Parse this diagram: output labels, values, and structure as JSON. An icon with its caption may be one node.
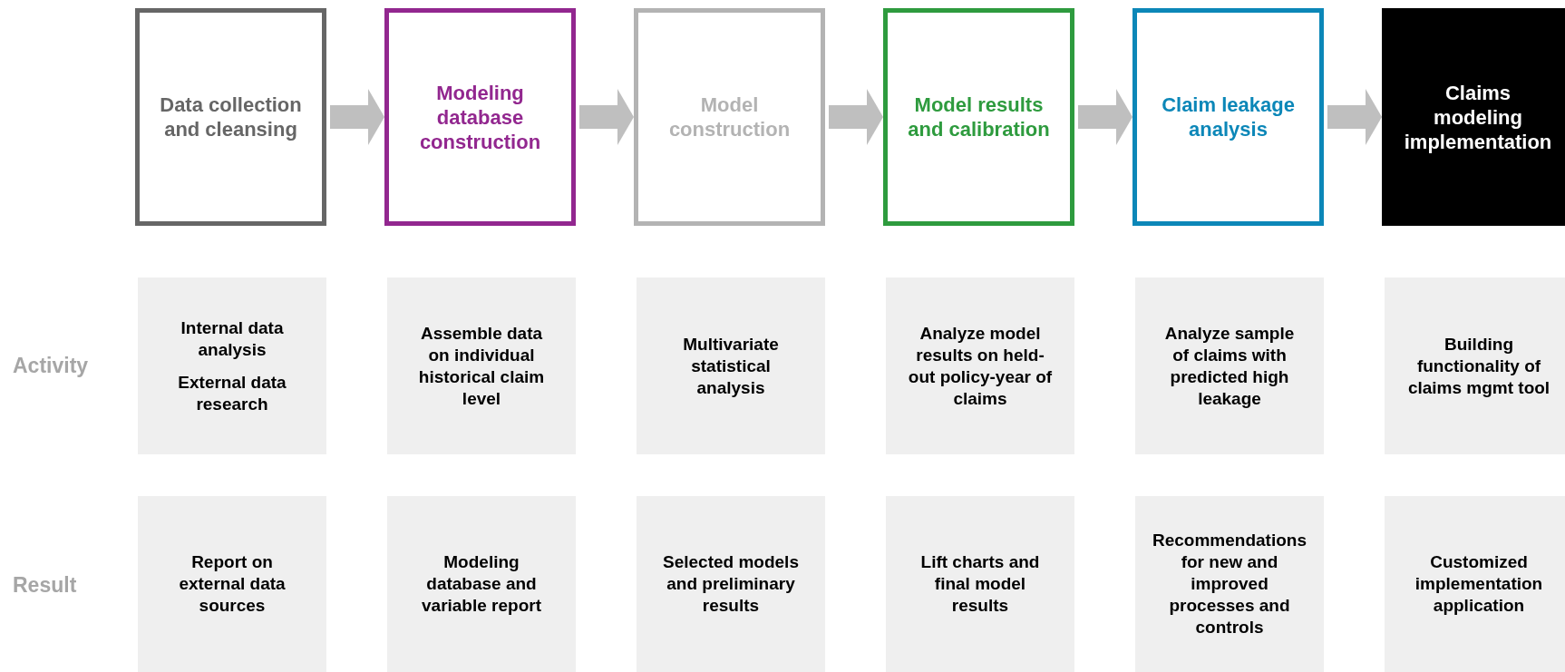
{
  "diagram": {
    "nodes": [
      {
        "text": [
          "Data collection and cleansing"
        ]
      },
      {
        "text": [
          "Modeling database construction"
        ]
      },
      {
        "text": [
          "Model construction"
        ]
      },
      {
        "text": [
          "Model results and calibration"
        ]
      },
      {
        "text": [
          "Claim leakage analysis"
        ]
      },
      {
        "text": [
          "Claims modeling implementation"
        ]
      },
      {
        "text": [
          "Internal data analysis",
          "External data research"
        ]
      },
      {
        "text": [
          "Assemble data on individual historical claim level"
        ]
      },
      {
        "text": [
          "Multivariate statistical analysis"
        ]
      },
      {
        "text": [
          "Analyze model results on held-out policy-year of claims"
        ]
      },
      {
        "text": [
          "Analyze sample of claims with predicted high leakage"
        ]
      },
      {
        "text": [
          "Building functionality of claims mgmt tool"
        ]
      },
      {
        "text": [
          "Report on external data sources"
        ]
      },
      {
        "text": [
          "Modeling database and variable report"
        ]
      },
      {
        "text": [
          "Selected models and preliminary results"
        ]
      },
      {
        "text": [
          "Lift charts and final model results"
        ]
      },
      {
        "text": [
          "Recommendations for new and improved processes and controls"
        ]
      },
      {
        "text": [
          "Customized implementation application"
        ]
      }
    ],
    "edges": [
      {
        "from": 0,
        "to": 1,
        "arrow": "to"
      },
      {
        "from": 1,
        "to": 2,
        "arrow": "to"
      },
      {
        "from": 2,
        "to": 3,
        "arrow": "to"
      },
      {
        "from": 3,
        "to": 4,
        "arrow": "to"
      },
      {
        "from": 4,
        "to": 5,
        "arrow": "to"
      }
    ],
    "labels": [
      "Activity",
      "Result"
    ]
  }
}
